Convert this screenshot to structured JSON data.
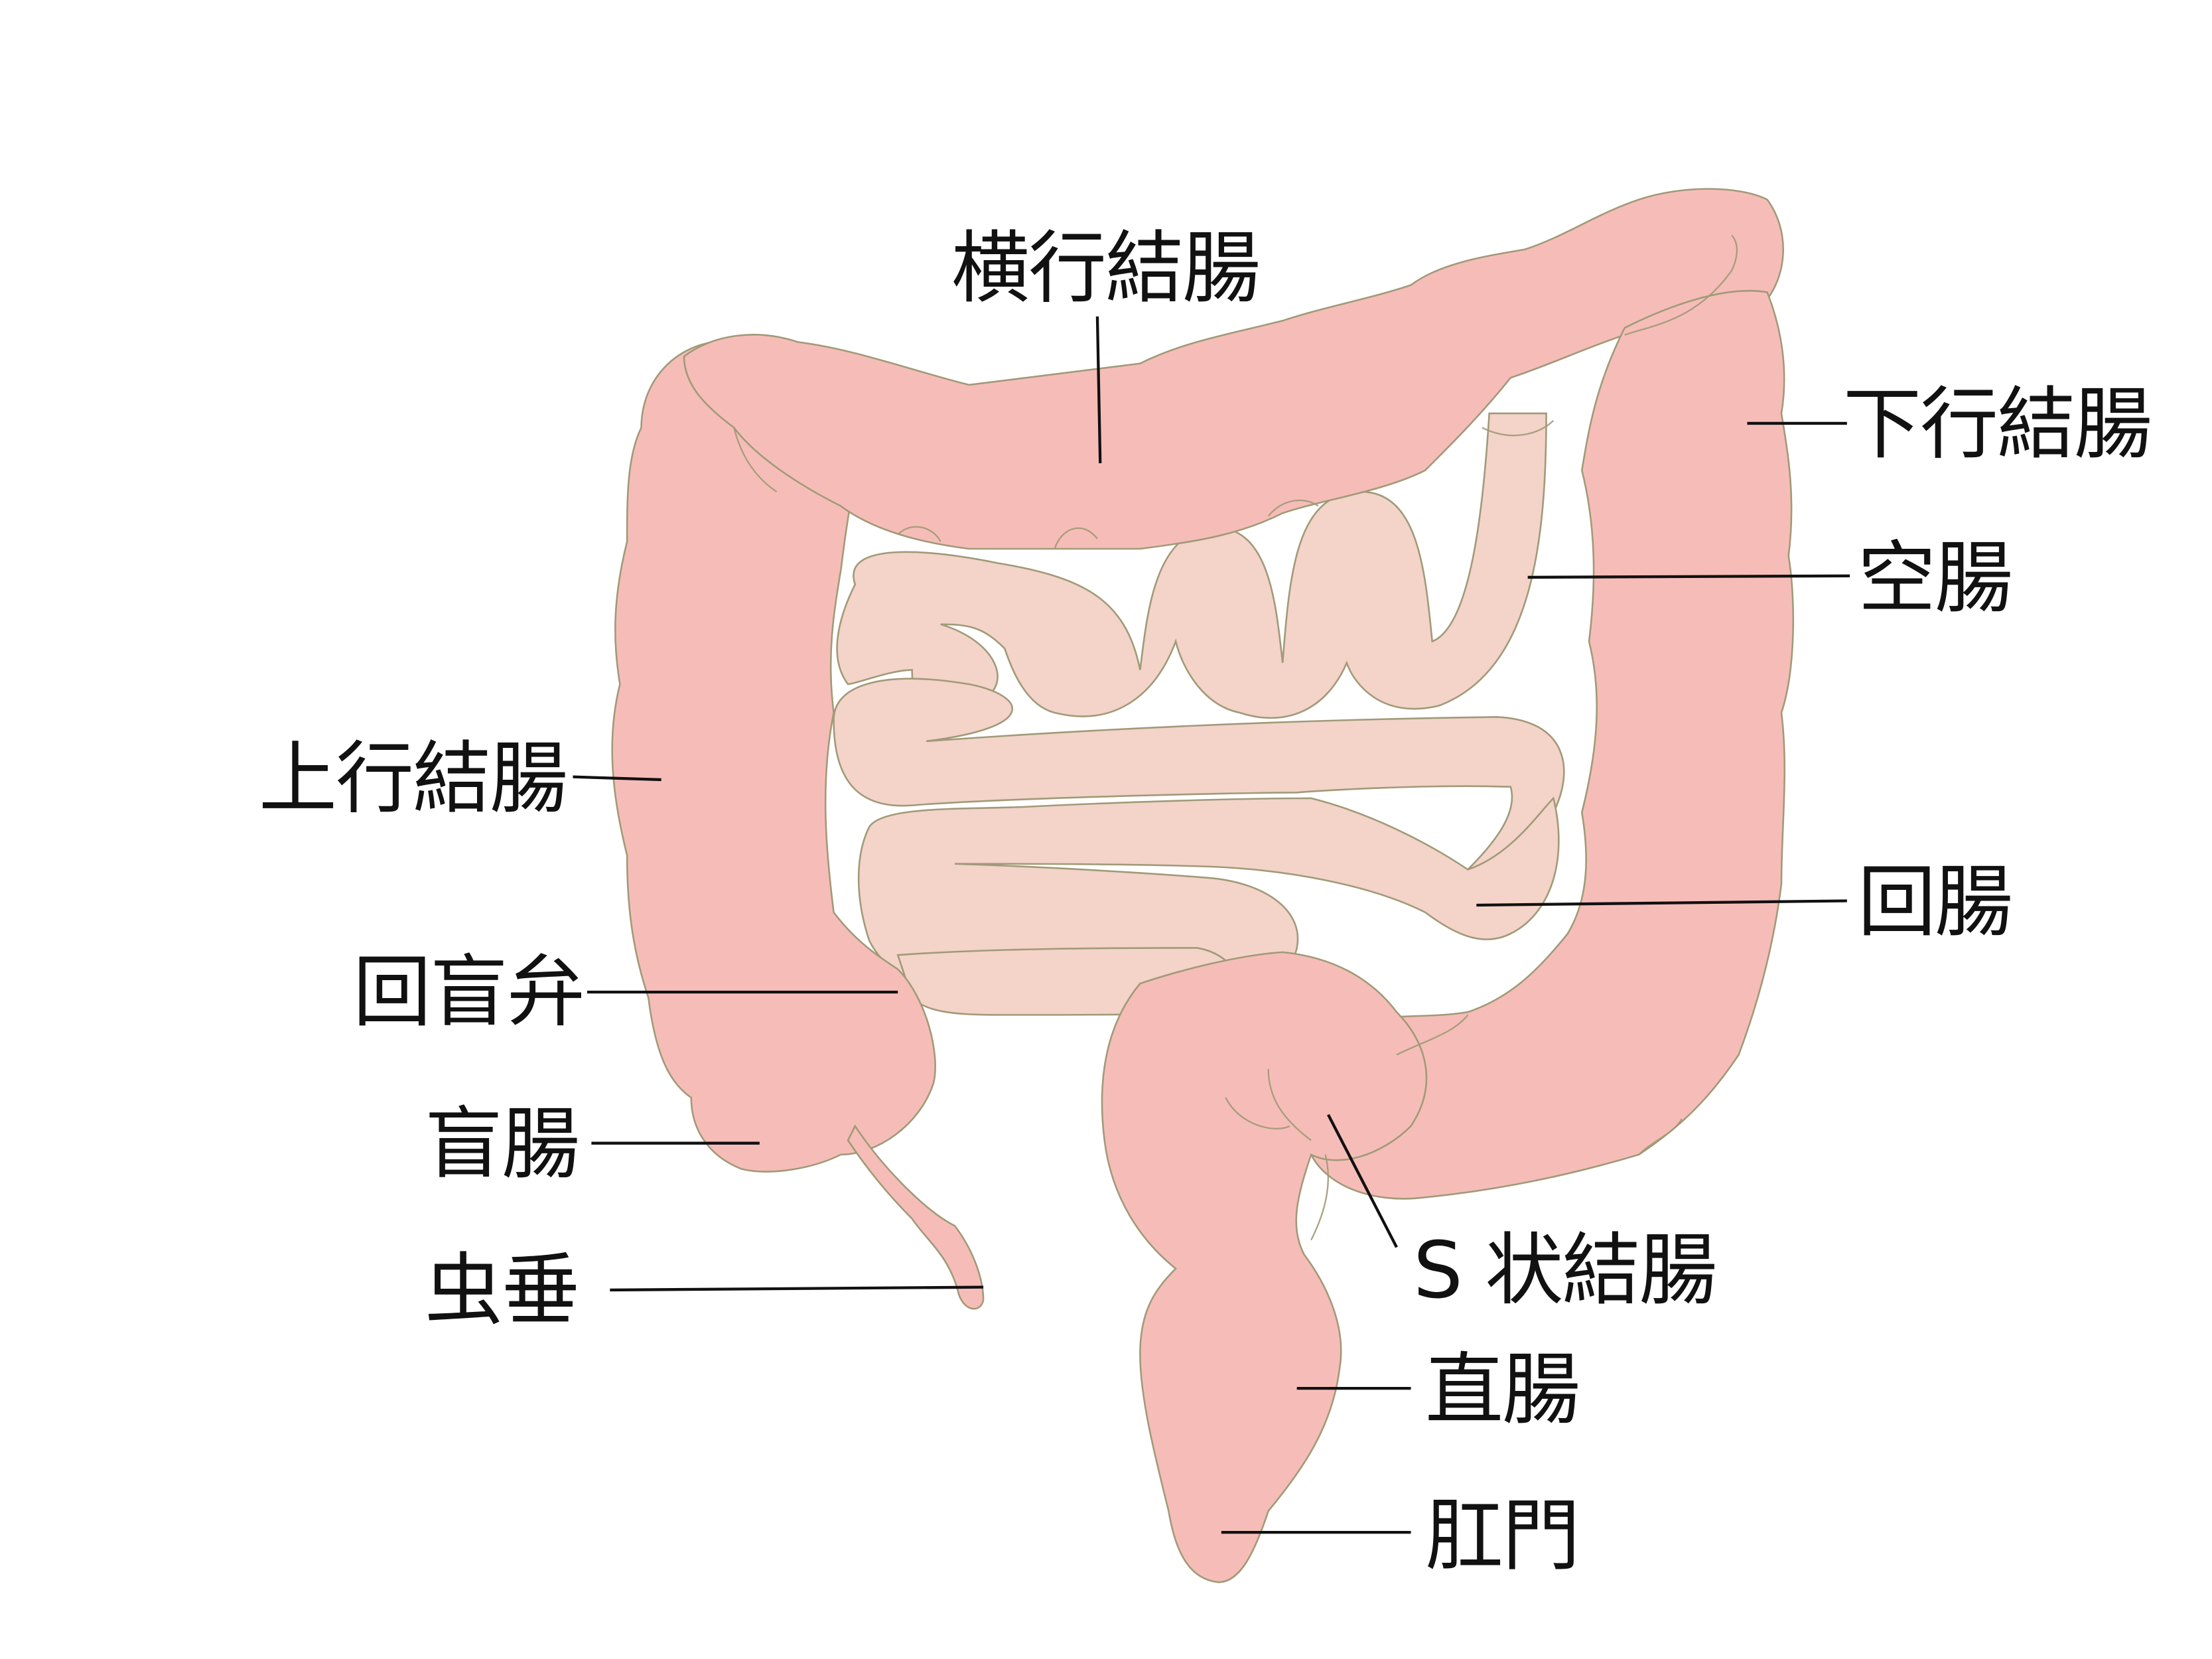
{
  "diagram": {
    "subject": "Large and small intestine anatomy",
    "colors": {
      "large_intestine": "#f6bdb8",
      "small_intestine": "#f4d3c9",
      "outline": "#a09a78",
      "leader_line": "#111111",
      "background": "#ffffff"
    },
    "labels": {
      "transverse_colon": "横行結腸",
      "descending_colon": "下行結腸",
      "jejunum": "空腸",
      "ascending_colon": "上行結腸",
      "ileocecal_valve": "回盲弁",
      "ileum": "回腸",
      "cecum": "盲腸",
      "appendix": "虫垂",
      "sigmoid_colon": "S 状結腸",
      "rectum": "直腸",
      "anus": "肛門"
    }
  }
}
